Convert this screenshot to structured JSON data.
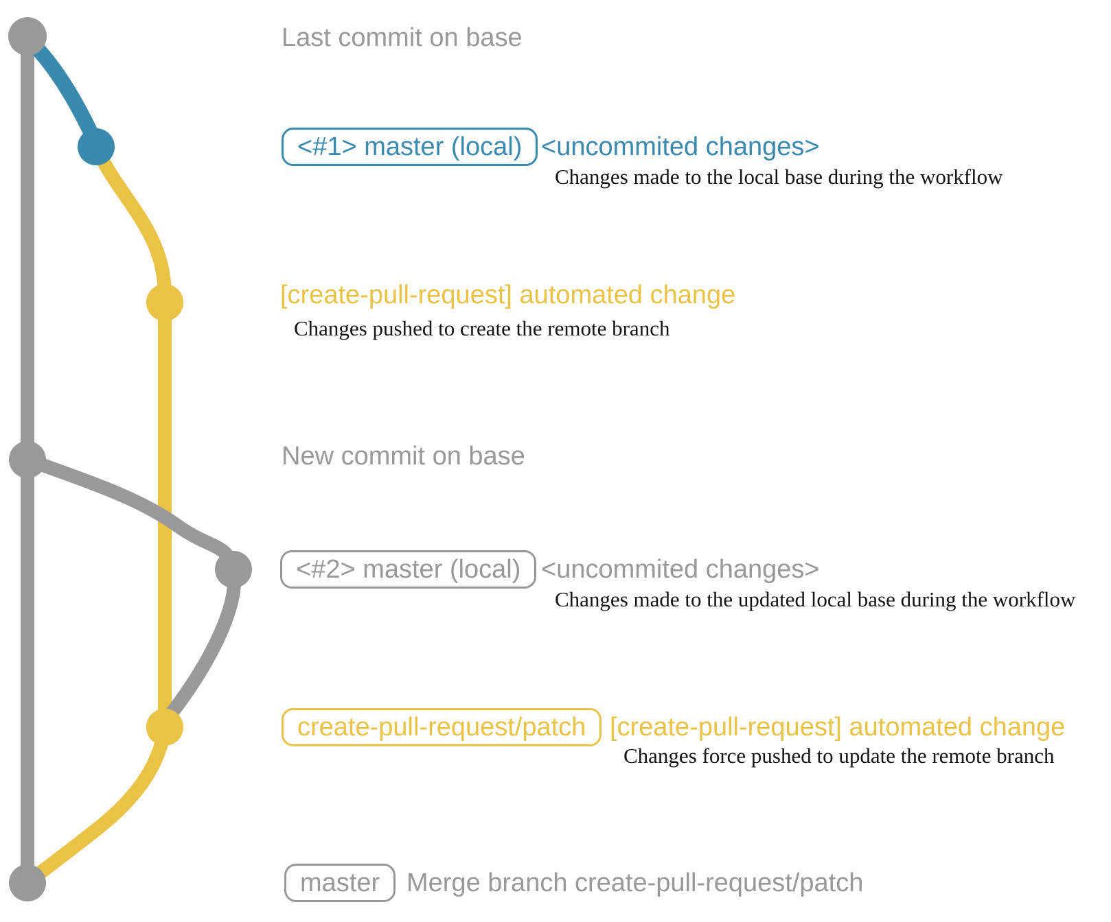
{
  "colors": {
    "gray": "#999999",
    "blue": "#3a8ab0",
    "yellow": "#e9c246",
    "ink": "#141414"
  },
  "graph": {
    "nodes": [
      {
        "id": "last-commit-on-base",
        "color": "gray"
      },
      {
        "id": "local-master-1",
        "color": "blue"
      },
      {
        "id": "remote-branch-created",
        "color": "yellow"
      },
      {
        "id": "new-commit-on-base",
        "color": "gray"
      },
      {
        "id": "local-master-2",
        "color": "gray"
      },
      {
        "id": "remote-branch-updated",
        "color": "yellow"
      },
      {
        "id": "merge-commit",
        "color": "gray"
      }
    ]
  },
  "rows": {
    "row1": {
      "label": "Last commit on base"
    },
    "row2": {
      "badge": "<#1> master (local)",
      "annotation": "<uncommited changes>",
      "description": "Changes made to the local base during the workflow"
    },
    "row3": {
      "annotation": "[create-pull-request] automated change",
      "description": "Changes pushed to create the remote branch"
    },
    "row4": {
      "label": "New commit on base"
    },
    "row5": {
      "badge": "<#2> master (local)",
      "annotation": "<uncommited changes>",
      "description": "Changes made to the updated local base during the workflow"
    },
    "row6": {
      "badge": "create-pull-request/patch",
      "annotation": "[create-pull-request] automated change",
      "description": "Changes force pushed to update the remote branch"
    },
    "row7": {
      "badge": "master",
      "annotation": "Merge branch create-pull-request/patch"
    }
  }
}
